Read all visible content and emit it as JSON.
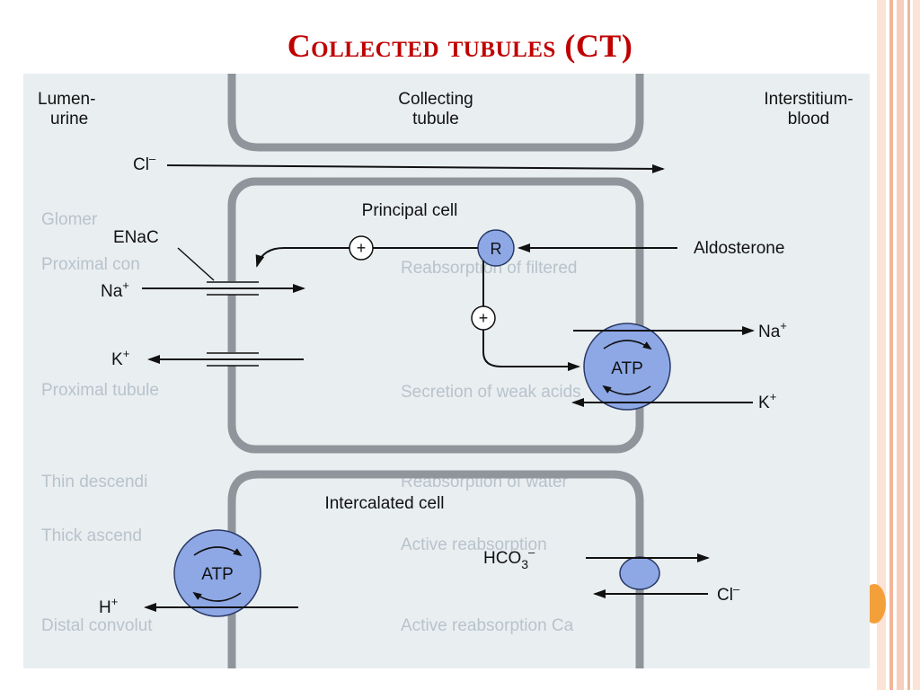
{
  "slide": {
    "title": "Collected tubules (CT)"
  },
  "theme": {
    "title_color": "#c00000",
    "border_color": "#f3b59a",
    "panel_bg": "#e9eef1",
    "tubule_wall": "#8f959a",
    "circle_fill": "#8ea8e6",
    "accent_orange": "#f4a03a"
  },
  "diagram": {
    "headers": {
      "lumen_line1": "Lumen-",
      "lumen_line2": "urine",
      "tubule_line1": "Collecting",
      "tubule_line2": "tubule",
      "interstitium_line1": "Interstitium-",
      "interstitium_line2": "blood"
    },
    "top_ion": {
      "base": "Cl",
      "sup": "–"
    },
    "principal_cell": {
      "title": "Principal cell",
      "channel_label": "ENaC",
      "receptor_label": "R",
      "plus_sign": "+",
      "pump_label": "ATP",
      "hormone_label": "Aldosterone",
      "na_in": {
        "base": "Na",
        "sup": "+"
      },
      "k_out": {
        "base": "K",
        "sup": "+"
      },
      "na_out": {
        "base": "Na",
        "sup": "+"
      },
      "k_in": {
        "base": "K",
        "sup": "+"
      }
    },
    "intercalated_cell": {
      "title": "Intercalated cell",
      "pump_label": "ATP",
      "h_out": {
        "base": "H",
        "sup": "+"
      },
      "hco3": {
        "base": "HCO",
        "sub": "3",
        "sup": "–"
      },
      "cl_in": {
        "base": "Cl",
        "sup": "–"
      }
    }
  }
}
